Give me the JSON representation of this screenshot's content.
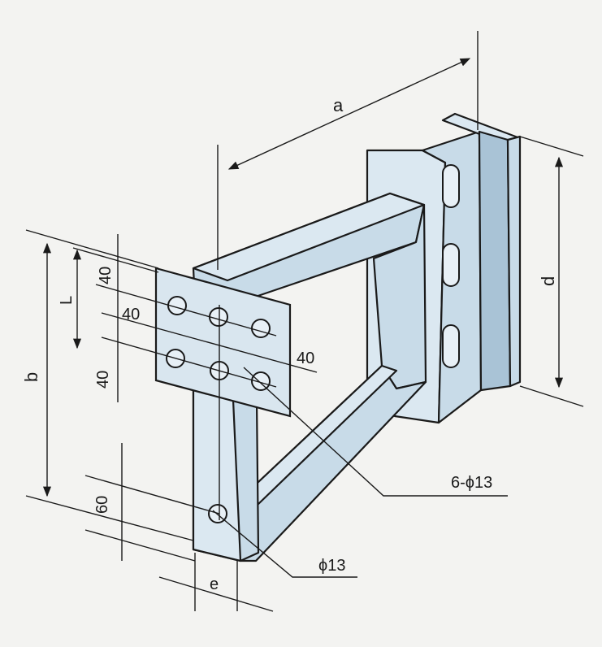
{
  "labels": {
    "a": "a",
    "b": "b",
    "d": "d",
    "e": "e",
    "L": "L",
    "dim_40_top": "40",
    "dim_40_mid": "40",
    "dim_40_right": "40",
    "dim_40_left": "40",
    "dim_60": "60",
    "holes_group": "6-ϕ13",
    "hole_single": "ϕ13"
  },
  "colors": {
    "steel": "#c8dbe8",
    "line": "#1a1a1a",
    "background": "#f3f3f1"
  }
}
